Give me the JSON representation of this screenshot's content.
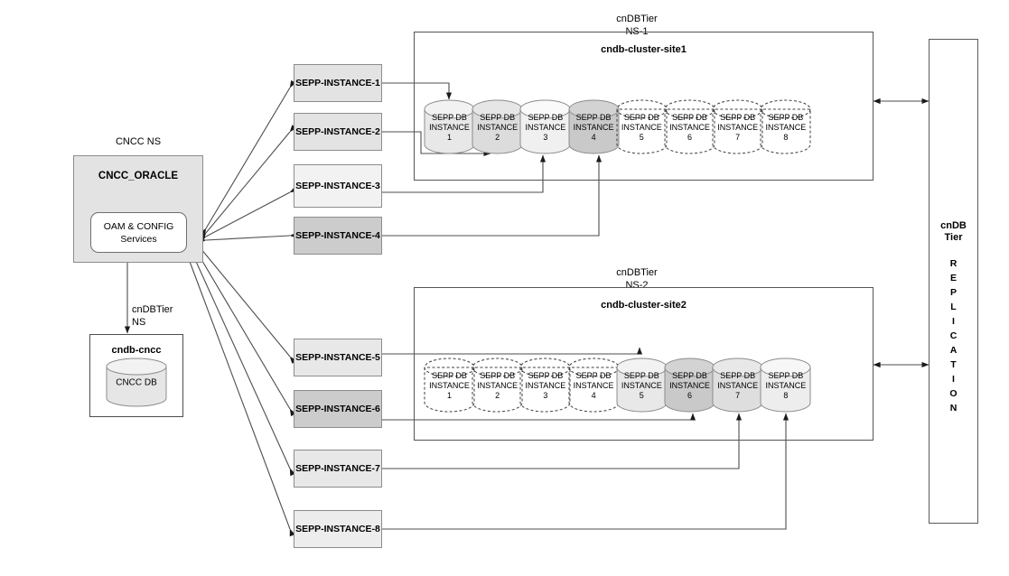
{
  "cncc": {
    "ns_label": "CNCC NS",
    "oracle_title": "CNCC_ORACLE",
    "oam_label": "OAM & CONFIG\nServices",
    "db_ns_label": "cnDBTier\nNS",
    "db_box_title": "cndb-cncc",
    "db_cylinder_label": "CNCC DB"
  },
  "sepp_instances": [
    {
      "label": "SEPP-INSTANCE-1",
      "fill": "#e3e3e3"
    },
    {
      "label": "SEPP-INSTANCE-2",
      "fill": "#e3e3e3"
    },
    {
      "label": "SEPP-INSTANCE-3",
      "fill": "#f2f2f2"
    },
    {
      "label": "SEPP-INSTANCE-4",
      "fill": "#cccccc"
    },
    {
      "label": "SEPP-INSTANCE-5",
      "fill": "#e8e8e8"
    },
    {
      "label": "SEPP-INSTANCE-6",
      "fill": "#cccccc"
    },
    {
      "label": "SEPP-INSTANCE-7",
      "fill": "#e8e8e8"
    },
    {
      "label": "SEPP-INSTANCE-8",
      "fill": "#ededed"
    }
  ],
  "clusters": [
    {
      "ns_label": "cnDBTier\nNS-1",
      "title": "cndb-cluster-site1",
      "instances": [
        {
          "label": "SEPP DB\nINSTANCE\n1",
          "state": "active",
          "fill": "#e8e8e8"
        },
        {
          "label": "SEPP DB\nINSTANCE\n2",
          "state": "active",
          "fill": "#dcdcdc"
        },
        {
          "label": "SEPP DB\nINSTANCE\n3",
          "state": "active",
          "fill": "#f0f0f0"
        },
        {
          "label": "SEPP DB\nINSTANCE\n4",
          "state": "active",
          "fill": "#c9c9c9"
        },
        {
          "label": "SEPP DB\nINSTANCE\n5",
          "state": "planned",
          "fill": "none"
        },
        {
          "label": "SEPP DB\nINSTANCE\n6",
          "state": "planned",
          "fill": "none"
        },
        {
          "label": "SEPP DB\nINSTANCE\n7",
          "state": "planned",
          "fill": "none"
        },
        {
          "label": "SEPP DB\nINSTANCE\n8",
          "state": "planned",
          "fill": "none"
        }
      ]
    },
    {
      "ns_label": "cnDBTier\nNS-2",
      "title": "cndb-cluster-site2",
      "instances": [
        {
          "label": "SEPP DB\nINSTANCE\n1",
          "state": "planned",
          "fill": "none"
        },
        {
          "label": "SEPP DB\nINSTANCE\n2",
          "state": "planned",
          "fill": "none"
        },
        {
          "label": "SEPP DB\nINSTANCE\n3",
          "state": "planned",
          "fill": "none"
        },
        {
          "label": "SEPP DB\nINSTANCE\n4",
          "state": "planned",
          "fill": "none"
        },
        {
          "label": "SEPP DB\nINSTANCE\n5",
          "state": "active",
          "fill": "#e8e8e8"
        },
        {
          "label": "SEPP DB\nINSTANCE\n6",
          "state": "active",
          "fill": "#c9c9c9"
        },
        {
          "label": "SEPP DB\nINSTANCE\n7",
          "state": "active",
          "fill": "#dedede"
        },
        {
          "label": "SEPP DB\nINSTANCE\n8",
          "state": "active",
          "fill": "#ededed"
        }
      ]
    }
  ],
  "replication": {
    "title": "cnDB\nTier",
    "vertical_letters": [
      "R",
      "E",
      "P",
      "L",
      "I",
      "C",
      "A",
      "T",
      "I",
      "O",
      "N"
    ]
  },
  "colors": {
    "line": "#4d4d4d",
    "box_border": "#8c8c8c",
    "cluster_border": "#555555",
    "panel_fill": "#e3e3e3",
    "highlight_fill": "#cccccc"
  }
}
